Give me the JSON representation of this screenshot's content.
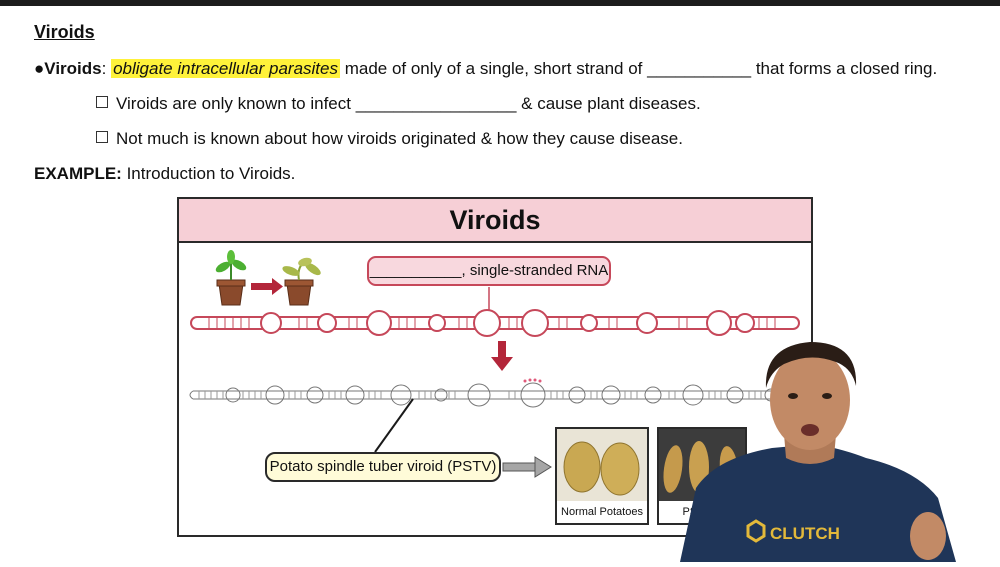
{
  "page": {
    "heading": "Viroids",
    "bullet_symbol": "●",
    "def_term": "Viroids",
    "def_colon": ":",
    "def_highlight": "obligate intracellular parasites",
    "def_rest": " made of only of a single, short strand of ___________ that forms a closed ring.",
    "sub1": "Viroids are only known to infect _________________ & cause plant diseases.",
    "sub2": "Not much is known about how viroids originated & how they cause disease.",
    "example_label": "EXAMPLE:",
    "example_text": " Introduction to Viroids."
  },
  "figure": {
    "title": "Viroids",
    "rna_label": "___________, single-stranded RNA",
    "pstv_label": "Potato spindle tuber viroid (PSTV)",
    "normal_caption": "Normal Potatoes",
    "pstv_caption": "PSTV P"
  },
  "presenter": {
    "shirt_logo": "CLUTCH"
  },
  "colors": {
    "highlight": "#fff23a",
    "figure_header": "#f6cfd6",
    "rna_strand": "#c6485a",
    "arrow_red": "#b3263a",
    "pstv_label_bg": "#fffbd8"
  }
}
